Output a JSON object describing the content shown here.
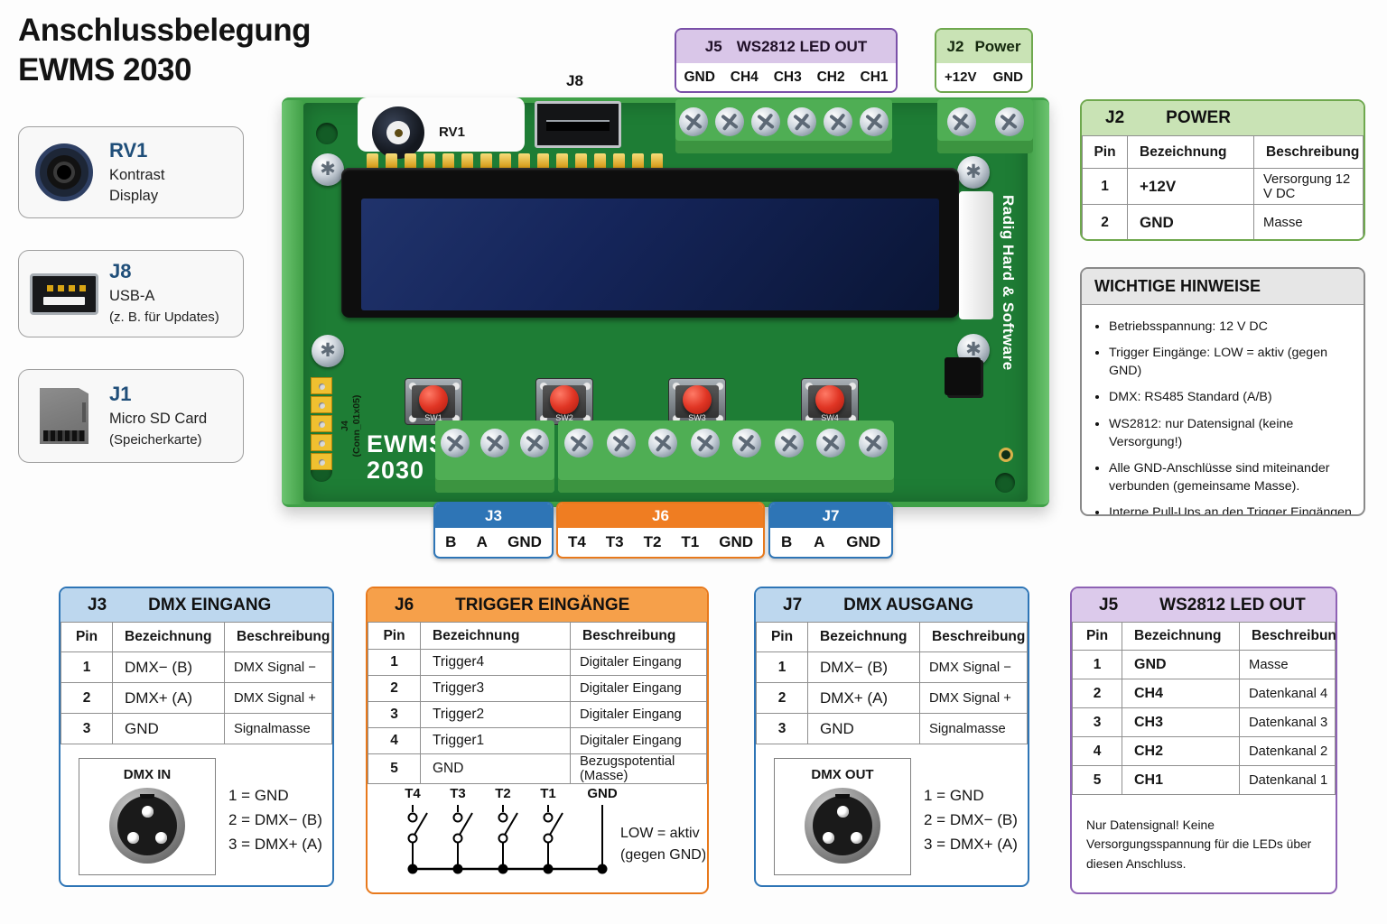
{
  "title": {
    "line1": "Anschlussbelegung",
    "line2": "EWMS 2030"
  },
  "callouts": [
    {
      "id": "RV1",
      "line1": "Kontrast",
      "line2": "Display"
    },
    {
      "id": "J8",
      "line1": "USB-A",
      "line2": "(z. B. für Updates)"
    },
    {
      "id": "J1",
      "line1": "Micro SD Card",
      "line2": "(Speicherkarte)"
    }
  ],
  "top_labels": {
    "j5": {
      "id": "J5",
      "name": "WS2812 LED OUT",
      "pins": [
        "GND",
        "CH4",
        "CH3",
        "CH2",
        "CH1"
      ]
    },
    "j2": {
      "id": "J2",
      "name": "Power",
      "pins": [
        "+12V",
        "GND"
      ]
    }
  },
  "pcb": {
    "silkscreen": {
      "rv1": "RV1",
      "j8": "J8",
      "j4_line1": "J4",
      "j4_line2": "(Conn_01x05)",
      "brand": "Radig Hard & Software",
      "model_line1": "EWMS",
      "model_line2": "2030",
      "sw_labels": [
        "SW1",
        "SW2",
        "SW3",
        "SW4"
      ]
    }
  },
  "pcb_labels": {
    "j3": {
      "id": "J3",
      "pins": [
        "B",
        "A",
        "GND"
      ]
    },
    "j6": {
      "id": "J6",
      "pins": [
        "T4",
        "T3",
        "T2",
        "T1",
        "GND"
      ]
    },
    "j7": {
      "id": "J7",
      "pins": [
        "B",
        "A",
        "GND"
      ]
    }
  },
  "power_table": {
    "id": "J2",
    "name": "POWER",
    "headers": [
      "Pin",
      "Bezeichnung",
      "Beschreibung"
    ],
    "rows": [
      [
        "1",
        "+12V",
        "Versorgung 12 V DC"
      ],
      [
        "2",
        "GND",
        "Masse"
      ]
    ]
  },
  "hinweise": {
    "title": "WICHTIGE HINWEISE",
    "items": [
      "Betriebsspannung: 12 V DC",
      "Trigger Eingänge: LOW = aktiv (gegen GND)",
      "DMX: RS485 Standard (A/B)",
      "WS2812: nur Datensignal (keine Versorgung!)",
      "Alle GND-Anschlüsse sind miteinander verbunden (gemeinsame Masse).",
      "Interne Pull-Ups an den Trigger Eingängen."
    ]
  },
  "dmx_in_panel": {
    "id": "J3",
    "name": "DMX EINGANG",
    "headers": [
      "Pin",
      "Bezeichnung",
      "Beschreibung"
    ],
    "rows": [
      [
        "1",
        "DMX− (B)",
        "DMX Signal −"
      ],
      [
        "2",
        "DMX+ (A)",
        "DMX Signal +"
      ],
      [
        "3",
        "GND",
        "Signalmasse"
      ]
    ],
    "connector_label": "DMX IN",
    "pinout": [
      "1 = GND",
      "2 = DMX− (B)",
      "3 = DMX+ (A)"
    ]
  },
  "trigger_panel": {
    "id": "J6",
    "name": "TRIGGER EINGÄNGE",
    "headers": [
      "Pin",
      "Bezeichnung",
      "Beschreibung"
    ],
    "rows": [
      [
        "1",
        "Trigger4",
        "Digitaler Eingang"
      ],
      [
        "2",
        "Trigger3",
        "Digitaler Eingang"
      ],
      [
        "3",
        "Trigger2",
        "Digitaler Eingang"
      ],
      [
        "4",
        "Trigger1",
        "Digitaler Eingang"
      ],
      [
        "5",
        "GND",
        "Bezugspotential (Masse)"
      ]
    ],
    "schematic_labels": [
      "T4",
      "T3",
      "T2",
      "T1",
      "GND"
    ],
    "note_line1": "LOW = aktiv",
    "note_line2": "(gegen GND)"
  },
  "dmx_out_panel": {
    "id": "J7",
    "name": "DMX AUSGANG",
    "headers": [
      "Pin",
      "Bezeichnung",
      "Beschreibung"
    ],
    "rows": [
      [
        "1",
        "DMX− (B)",
        "DMX Signal −"
      ],
      [
        "2",
        "DMX+ (A)",
        "DMX Signal +"
      ],
      [
        "3",
        "GND",
        "Signalmasse"
      ]
    ],
    "connector_label": "DMX OUT",
    "pinout": [
      "1 = GND",
      "2 = DMX− (B)",
      "3 = DMX+ (A)"
    ]
  },
  "ws2812_panel": {
    "id": "J5",
    "name": "WS2812 LED OUT",
    "headers": [
      "Pin",
      "Bezeichnung",
      "Beschreibung"
    ],
    "rows": [
      [
        "1",
        "GND",
        "Masse"
      ],
      [
        "2",
        "CH4",
        "Datenkanal 4"
      ],
      [
        "3",
        "CH3",
        "Datenkanal 3"
      ],
      [
        "4",
        "CH2",
        "Datenkanal 2"
      ],
      [
        "5",
        "CH1",
        "Datenkanal 1"
      ]
    ],
    "note": "Nur Datensignal! Keine Versorgungsspannung für die LEDs über diesen Anschluss."
  },
  "colors": {
    "blue": "#2E75B6",
    "light_blue": "#BDD7EE",
    "orange": "#EF7D22",
    "light_orange": "#F6A04A",
    "purple": "#7030A0",
    "light_purple": "#DCCAEB",
    "green": "#6FA84E",
    "light_green": "#C9E3B5"
  }
}
